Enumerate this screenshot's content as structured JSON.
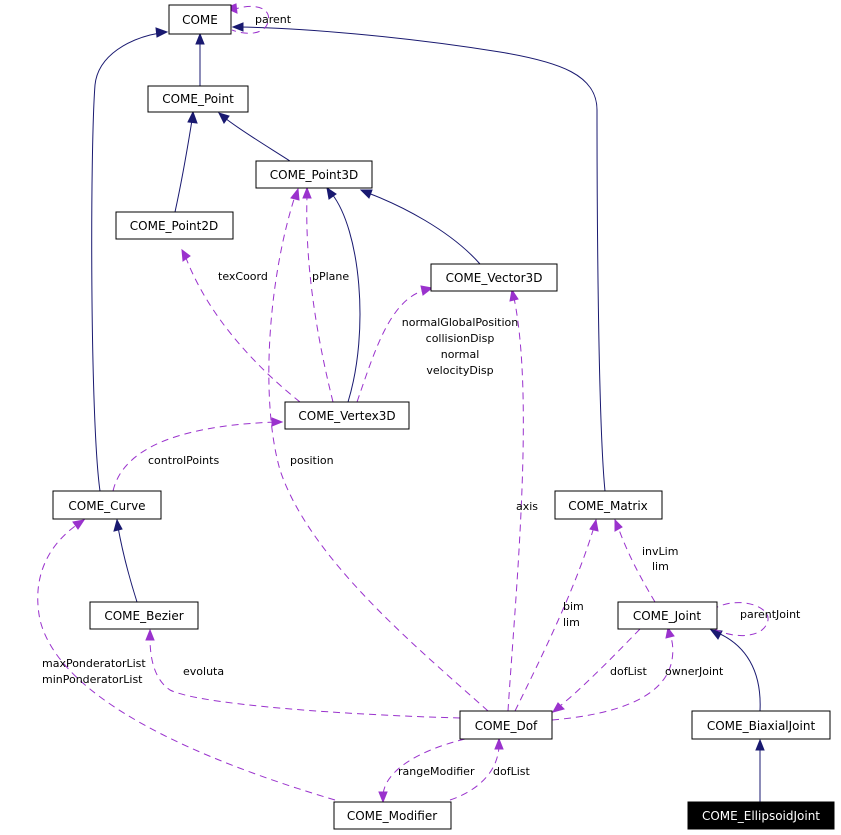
{
  "nodes": {
    "come": "COME",
    "point": "COME_Point",
    "point3d": "COME_Point3D",
    "point2d": "COME_Point2D",
    "vector3d": "COME_Vector3D",
    "vertex3d": "COME_Vertex3D",
    "curve": "COME_Curve",
    "matrix": "COME_Matrix",
    "bezier": "COME_Bezier",
    "joint": "COME_Joint",
    "dof": "COME_Dof",
    "biaxial": "COME_BiaxialJoint",
    "modifier": "COME_Modifier",
    "ellipsoid": "COME_EllipsoidJoint"
  },
  "edge_labels": {
    "parent": "parent",
    "texcoord": "texCoord",
    "pplane": "pPlane",
    "vertex_vector": [
      "normalGlobalPosition",
      "collisionDisp",
      "normal",
      "velocityDisp"
    ],
    "controlpoints": "controlPoints",
    "position": "position",
    "axis": "axis",
    "matrix_joint": [
      "invLim",
      "lim"
    ],
    "parentjoint": "parentJoint",
    "matrix_dof": [
      "bim",
      "lim"
    ],
    "ponderator": [
      "maxPonderatorList",
      "minPonderatorList"
    ],
    "evoluta": "evoluta",
    "doflist_joint": "dofList",
    "ownerjoint": "ownerJoint",
    "rangemodifier": "rangeModifier",
    "doflist_modifier": "dofList"
  },
  "colors": {
    "inheritance": "#191970",
    "usage": "#9a32cd",
    "focus_fill": "#000000",
    "focus_text": "#ffffff"
  }
}
